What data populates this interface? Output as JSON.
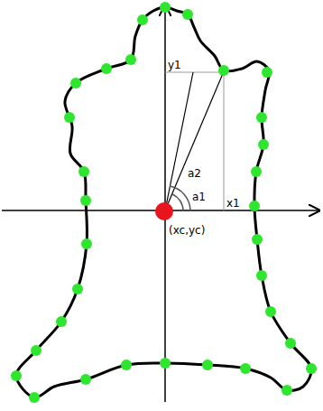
{
  "diagram": {
    "labels": [
      "y1",
      "x1",
      "a2",
      "a1",
      "(xc,yc)"
    ]
  }
}
